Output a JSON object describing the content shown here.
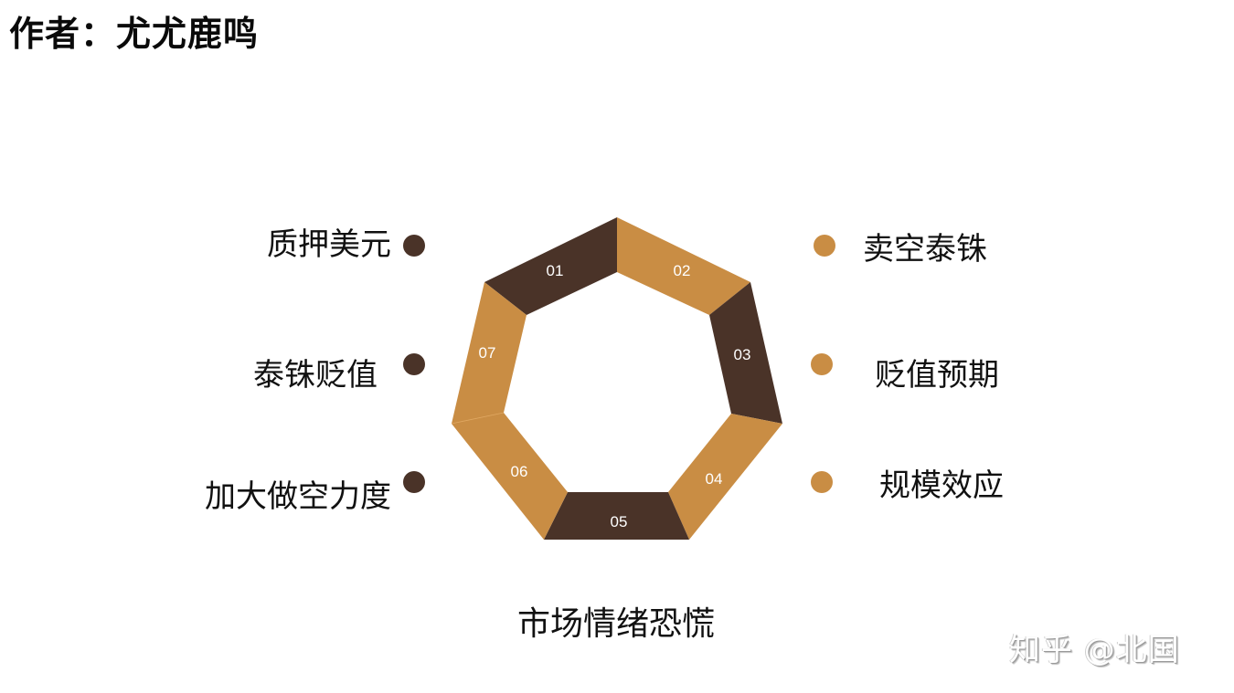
{
  "header": {
    "author_title": "作者：尤尤鹿鸣"
  },
  "colors": {
    "dark": "#4a3328",
    "tan": "#c98d44",
    "background": "#ffffff"
  },
  "diagram": {
    "type": "heptagon-ring",
    "segments": [
      {
        "number": "01",
        "color": "dark"
      },
      {
        "number": "02",
        "color": "tan"
      },
      {
        "number": "03",
        "color": "dark"
      },
      {
        "number": "04",
        "color": "tan"
      },
      {
        "number": "05",
        "color": "dark"
      },
      {
        "number": "06",
        "color": "tan"
      },
      {
        "number": "07",
        "color": "tan"
      }
    ],
    "left_items": [
      {
        "label": "质押美元",
        "dot_color": "dark"
      },
      {
        "label": "泰铢贬值",
        "dot_color": "dark"
      },
      {
        "label": "加大做空力度",
        "dot_color": "dark"
      }
    ],
    "right_items": [
      {
        "label": "卖空泰铢",
        "dot_color": "tan"
      },
      {
        "label": "贬值预期",
        "dot_color": "tan"
      },
      {
        "label": "规模效应",
        "dot_color": "tan"
      }
    ],
    "bottom_caption": "市场情绪恐慌"
  },
  "watermark": {
    "text": "知乎 @北国"
  }
}
